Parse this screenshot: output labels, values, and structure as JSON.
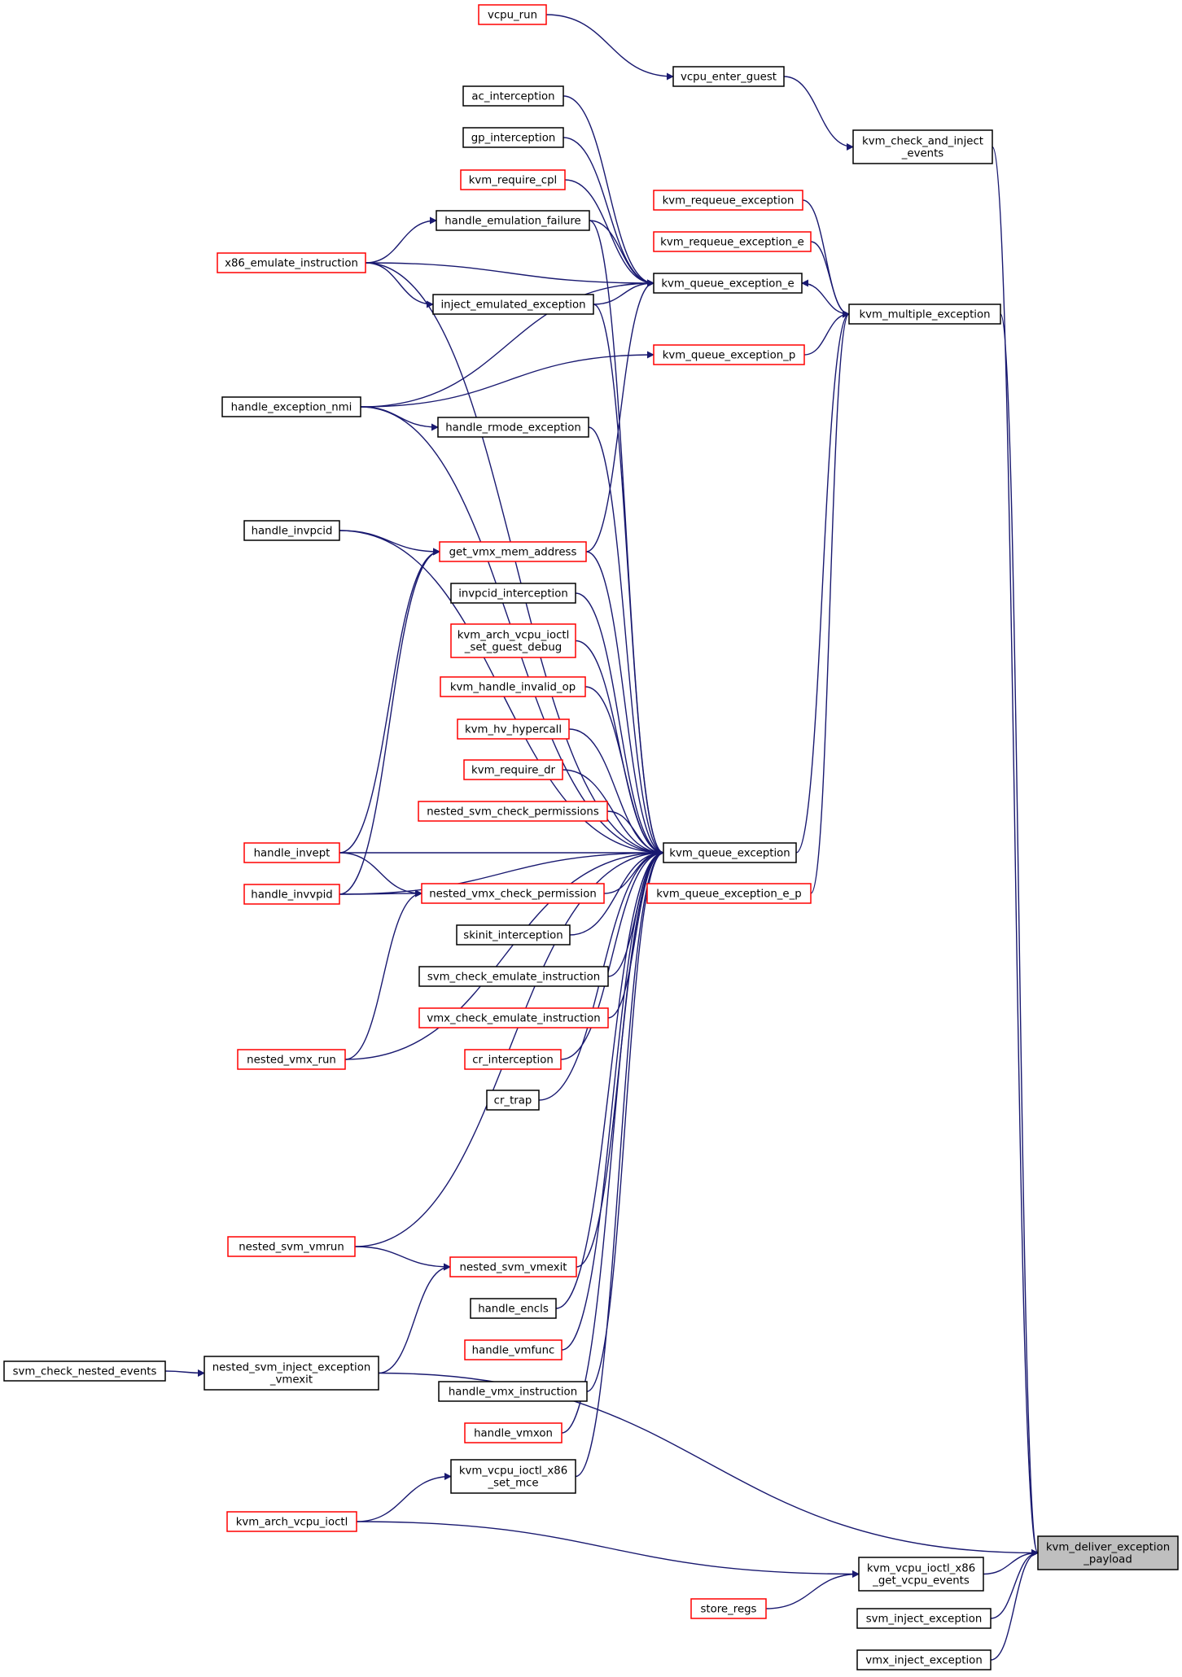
{
  "graph": {
    "title": "",
    "node_border_colors": {
      "linked": "#000000",
      "truncated": "#ff0000",
      "root_fill": "#bfbfbf"
    },
    "edge_color": "#191970",
    "nodes": [
      {
        "id": "vcpu_run",
        "lines": [
          "vcpu_run"
        ]
      },
      {
        "id": "vcpu_enter_guest",
        "lines": [
          "vcpu_enter_guest"
        ]
      },
      {
        "id": "kvm_check_and_inject_events",
        "lines": [
          "kvm_check_and_inject",
          "_events"
        ]
      },
      {
        "id": "ac_interception",
        "lines": [
          "ac_interception"
        ]
      },
      {
        "id": "gp_interception",
        "lines": [
          "gp_interception"
        ]
      },
      {
        "id": "kvm_require_cpl",
        "lines": [
          "kvm_require_cpl"
        ]
      },
      {
        "id": "kvm_requeue_exception",
        "lines": [
          "kvm_requeue_exception"
        ]
      },
      {
        "id": "handle_emulation_failure",
        "lines": [
          "handle_emulation_failure"
        ]
      },
      {
        "id": "kvm_requeue_exception_e",
        "lines": [
          "kvm_requeue_exception_e"
        ]
      },
      {
        "id": "x86_emulate_instruction",
        "lines": [
          "x86_emulate_instruction"
        ]
      },
      {
        "id": "kvm_queue_exception_e",
        "lines": [
          "kvm_queue_exception_e"
        ]
      },
      {
        "id": "inject_emulated_exception",
        "lines": [
          "inject_emulated_exception"
        ]
      },
      {
        "id": "kvm_multiple_exception",
        "lines": [
          "kvm_multiple_exception"
        ]
      },
      {
        "id": "kvm_queue_exception_p",
        "lines": [
          "kvm_queue_exception_p"
        ]
      },
      {
        "id": "handle_exception_nmi",
        "lines": [
          "handle_exception_nmi"
        ]
      },
      {
        "id": "handle_rmode_exception",
        "lines": [
          "handle_rmode_exception"
        ]
      },
      {
        "id": "handle_invpcid",
        "lines": [
          "handle_invpcid"
        ]
      },
      {
        "id": "get_vmx_mem_address",
        "lines": [
          "get_vmx_mem_address"
        ]
      },
      {
        "id": "invpcid_interception",
        "lines": [
          "invpcid_interception"
        ]
      },
      {
        "id": "kvm_arch_vcpu_ioctl_set_guest_debug",
        "lines": [
          "kvm_arch_vcpu_ioctl",
          "_set_guest_debug"
        ]
      },
      {
        "id": "kvm_handle_invalid_op",
        "lines": [
          "kvm_handle_invalid_op"
        ]
      },
      {
        "id": "kvm_hv_hypercall",
        "lines": [
          "kvm_hv_hypercall"
        ]
      },
      {
        "id": "kvm_require_dr",
        "lines": [
          "kvm_require_dr"
        ]
      },
      {
        "id": "nested_svm_check_permissions",
        "lines": [
          "nested_svm_check_permissions"
        ]
      },
      {
        "id": "handle_invept",
        "lines": [
          "handle_invept"
        ]
      },
      {
        "id": "kvm_queue_exception",
        "lines": [
          "kvm_queue_exception"
        ]
      },
      {
        "id": "handle_invvpid",
        "lines": [
          "handle_invvpid"
        ]
      },
      {
        "id": "nested_vmx_check_permission",
        "lines": [
          "nested_vmx_check_permission"
        ]
      },
      {
        "id": "kvm_queue_exception_e_p",
        "lines": [
          "kvm_queue_exception_e_p"
        ]
      },
      {
        "id": "skinit_interception",
        "lines": [
          "skinit_interception"
        ]
      },
      {
        "id": "svm_check_emulate_instruction",
        "lines": [
          "svm_check_emulate_instruction"
        ]
      },
      {
        "id": "vmx_check_emulate_instruction",
        "lines": [
          "vmx_check_emulate_instruction"
        ]
      },
      {
        "id": "cr_interception",
        "lines": [
          "cr_interception"
        ]
      },
      {
        "id": "nested_vmx_run",
        "lines": [
          "nested_vmx_run"
        ]
      },
      {
        "id": "cr_trap",
        "lines": [
          "cr_trap"
        ]
      },
      {
        "id": "nested_svm_vmrun",
        "lines": [
          "nested_svm_vmrun"
        ]
      },
      {
        "id": "nested_svm_vmexit",
        "lines": [
          "nested_svm_vmexit"
        ]
      },
      {
        "id": "handle_encls",
        "lines": [
          "handle_encls"
        ]
      },
      {
        "id": "handle_vmfunc",
        "lines": [
          "handle_vmfunc"
        ]
      },
      {
        "id": "svm_check_nested_events",
        "lines": [
          "svm_check_nested_events"
        ]
      },
      {
        "id": "nested_svm_inject_exception_vmexit",
        "lines": [
          "nested_svm_inject_exception",
          "_vmexit"
        ]
      },
      {
        "id": "handle_vmx_instruction",
        "lines": [
          "handle_vmx_instruction"
        ]
      },
      {
        "id": "handle_vmxon",
        "lines": [
          "handle_vmxon"
        ]
      },
      {
        "id": "kvm_vcpu_ioctl_x86_set_mce",
        "lines": [
          "kvm_vcpu_ioctl_x86",
          "_set_mce"
        ]
      },
      {
        "id": "kvm_arch_vcpu_ioctl",
        "lines": [
          "kvm_arch_vcpu_ioctl"
        ]
      },
      {
        "id": "kvm_deliver_exception_payload",
        "lines": [
          "kvm_deliver_exception",
          "_payload"
        ]
      },
      {
        "id": "kvm_vcpu_ioctl_x86_get_vcpu_events",
        "lines": [
          "kvm_vcpu_ioctl_x86",
          "_get_vcpu_events"
        ]
      },
      {
        "id": "store_regs",
        "lines": [
          "store_regs"
        ]
      },
      {
        "id": "svm_inject_exception",
        "lines": [
          "svm_inject_exception"
        ]
      },
      {
        "id": "vmx_inject_exception",
        "lines": [
          "vmx_inject_exception"
        ]
      }
    ]
  }
}
